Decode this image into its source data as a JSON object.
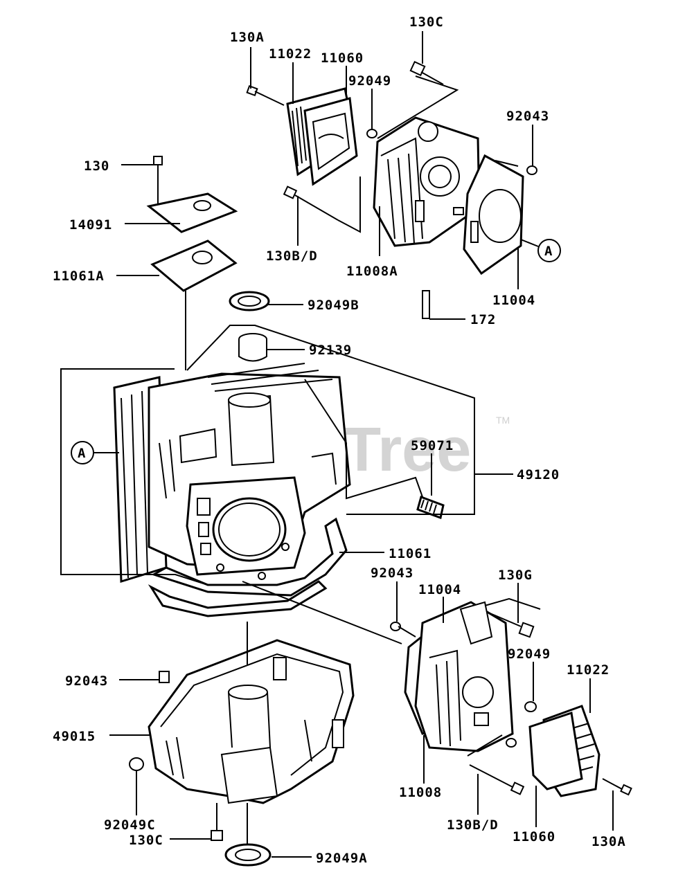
{
  "watermark": {
    "text": "PartsTree",
    "trademark": "TM"
  },
  "callouts": {
    "ref_a_top": "A",
    "ref_a_left": "A"
  },
  "labels": {
    "l_130a_top": "130A",
    "l_11022_top": "11022",
    "l_11060_top": "11060",
    "l_130c_top": "130C",
    "l_92049_top": "92049",
    "l_92043_top": "92043",
    "l_130": "130",
    "l_14091": "14091",
    "l_11061a": "11061A",
    "l_130bd_top": "130B/D",
    "l_11008a": "11008A",
    "l_11004_top": "11004",
    "l_172": "172",
    "l_92049b": "92049B",
    "l_92139": "92139",
    "l_59071": "59071",
    "l_49120": "49120",
    "l_11061": "11061",
    "l_92043_mid": "92043",
    "l_11004_mid": "11004",
    "l_130g": "130G",
    "l_92049_mid": "92049",
    "l_11022_bot": "11022",
    "l_92043_left": "92043",
    "l_49015": "49015",
    "l_92049c": "92049C",
    "l_130c_bot": "130C",
    "l_92049a": "92049A",
    "l_11008": "11008",
    "l_130bd_bot": "130B/D",
    "l_11060_bot": "11060",
    "l_130a_bot": "130A"
  }
}
